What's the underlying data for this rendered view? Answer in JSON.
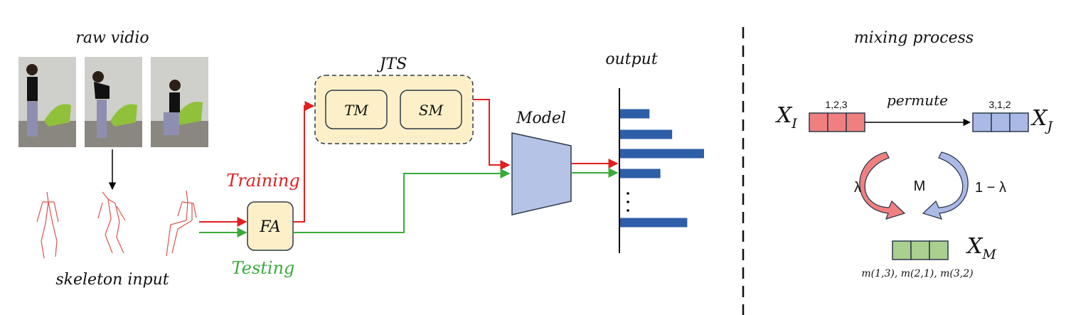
{
  "title_raw_video": "raw vidio",
  "label_skeleton_input": "skeleton input",
  "label_training": "Training",
  "label_testing": "Testing",
  "label_fa": "FA",
  "label_jts": "JTS",
  "label_tm": "TM",
  "label_sm": "SM",
  "label_model": "Model",
  "label_output": "output",
  "mixing": {
    "title": "mixing process",
    "xi_base": "X",
    "xi_sub": "I",
    "xj_base": "X",
    "xj_sub": "J",
    "xm_base": "X",
    "xm_sub": "M",
    "order_i": "1,2,3",
    "order_j": "3,1,2",
    "permute": "permute",
    "lambda": "λ",
    "one_minus_lambda": "1 − λ",
    "m_label": "M",
    "mix_formula": "m(1,3), m(2,1), m(3,2)"
  },
  "output_bar_values": [
    0.35,
    0.62,
    1.0,
    0.48,
    0.8
  ],
  "colors": {
    "training": "#e02020",
    "testing": "#3aaa3a",
    "box_fill": "#fdf0c8",
    "model_fill": "#b4c3e6",
    "bar": "#2e5ea8",
    "xi_fill": "#f08080",
    "xj_fill": "#aab9e6",
    "xm_fill": "#a9d08e"
  }
}
